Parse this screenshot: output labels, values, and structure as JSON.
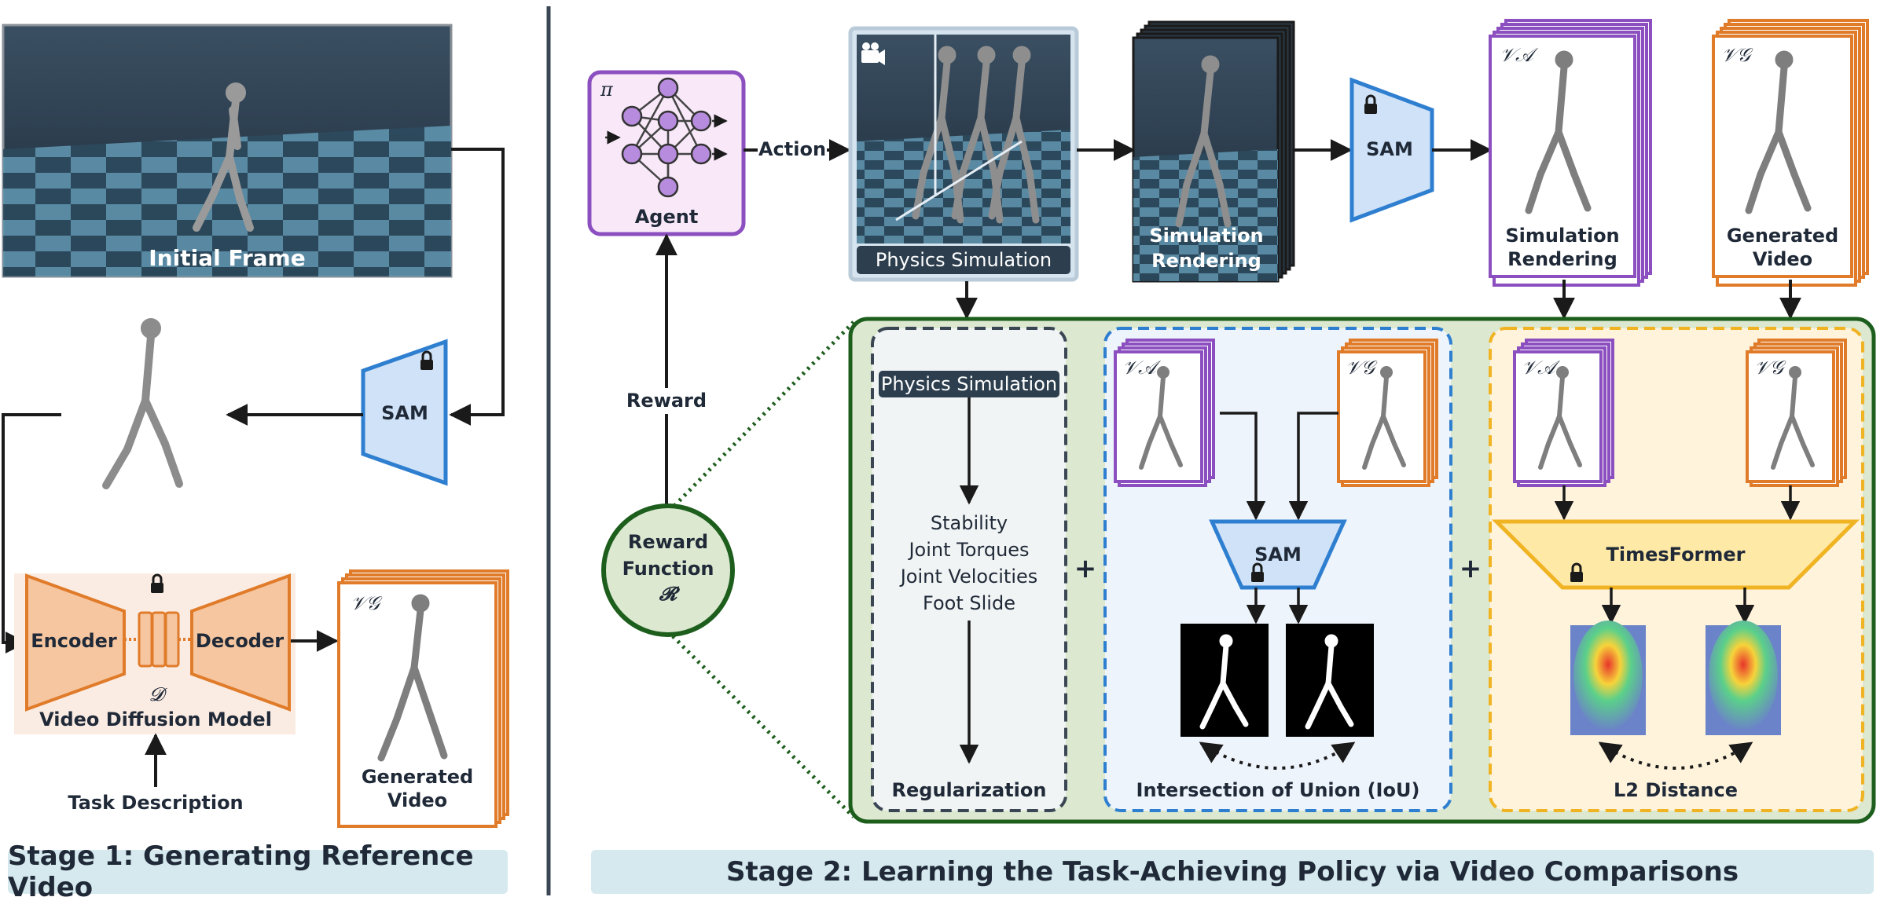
{
  "stage1": {
    "banner": "Stage 1: Generating Reference Video",
    "initial_frame_label": "Initial Frame",
    "sam_label": "SAM",
    "encoder_label": "Encoder",
    "decoder_label": "Decoder",
    "diffusion_symbol": "𝓓",
    "diffusion_label": "Video Diffusion Model",
    "task_description": "Task Description",
    "generated_video_symbol": "𝒱𝒢",
    "generated_video_label": [
      "Generated",
      "Video"
    ]
  },
  "stage2": {
    "banner": "Stage 2: Learning the Task-Achieving Policy via Video Comparisons",
    "agent_symbol": "π",
    "agent_label": "Agent",
    "action_label": "Action",
    "reward_label": "Reward",
    "physics_sim_label": "Physics Simulation",
    "sim_rendering_label": [
      "Simulation",
      "Rendering"
    ],
    "sam_label": "SAM",
    "sim_rendering_video_symbol": "𝒱𝒜",
    "sim_rendering_video_label": [
      "Simulation",
      "Rendering"
    ],
    "generated_video_symbol": "𝒱𝒢",
    "generated_video_label": [
      "Generated",
      "Video"
    ],
    "reward_function_label": [
      "Reward",
      "Function"
    ],
    "reward_function_symbol": "𝓡",
    "regularization": {
      "header": "Physics Simulation",
      "items": [
        "Stability",
        "Joint Torques",
        "Joint Velocities",
        "Foot Slide"
      ],
      "footer": "Regularization"
    },
    "plus_sign": "+",
    "iou": {
      "va_symbol": "𝒱𝒜",
      "vg_symbol": "𝒱𝒢",
      "sam_label": "SAM",
      "footer": "Intersection of Union (IoU)"
    },
    "l2": {
      "va_symbol": "𝒱𝒜",
      "vg_symbol": "𝒱𝒢",
      "timesformer_label": "TimesFormer",
      "footer": "L2 Distance"
    }
  },
  "colors": {
    "orange": "#e07b2a",
    "orange_fill": "#f6c6a0",
    "purple": "#8b4fc0",
    "purple_fill": "#f8e8f8",
    "blue": "#2f7fd0",
    "blue_fill": "#cfe2f7",
    "green_dark": "#1d5e1d",
    "green_fill": "#dce8d0",
    "yellow": "#f0b323",
    "yellow_fill": "#fff3dc",
    "navy": "#2d3f4e",
    "banner": "#d5e9ee"
  }
}
